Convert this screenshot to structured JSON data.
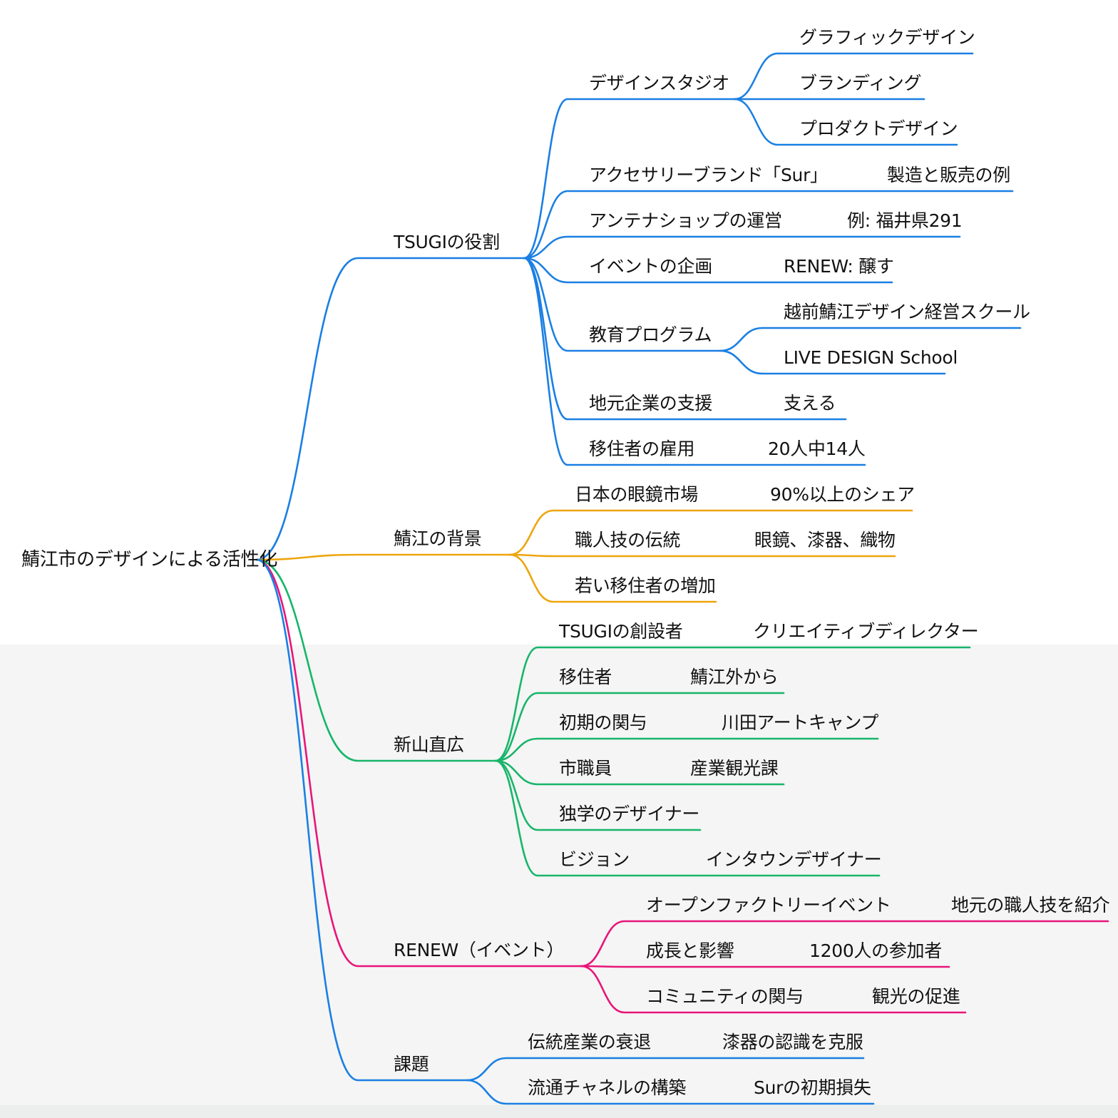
{
  "mindmap": {
    "root": "鯖江市のデザインによる活性化",
    "colors": {
      "blue": "#1a7fe3",
      "orange": "#eda50f",
      "green": "#18b56a",
      "pink": "#e8157a"
    },
    "branches": [
      {
        "label": "TSUGIの役割",
        "color": "#1a7fe3",
        "children": [
          {
            "label": "デザインスタジオ",
            "children": [
              "グラフィックデザイン",
              "ブランディング",
              "プロダクトデザイン"
            ]
          },
          {
            "label": "アクセサリーブランド「Sur」",
            "children": [
              "製造と販売の例"
            ]
          },
          {
            "label": "アンテナショップの運営",
            "children": [
              "例: 福井県291"
            ]
          },
          {
            "label": "イベントの企画",
            "children": [
              "RENEW: 醸す"
            ]
          },
          {
            "label": "教育プログラム",
            "children": [
              "越前鯖江デザイン経営スクール",
              "LIVE DESIGN School"
            ]
          },
          {
            "label": "地元企業の支援",
            "children": [
              "支える"
            ]
          },
          {
            "label": "移住者の雇用",
            "children": [
              "20人中14人"
            ]
          }
        ]
      },
      {
        "label": "鯖江の背景",
        "color": "#eda50f",
        "children": [
          {
            "label": "日本の眼鏡市場",
            "children": [
              "90%以上のシェア"
            ]
          },
          {
            "label": "職人技の伝統",
            "children": [
              "眼鏡、漆器、織物"
            ]
          },
          {
            "label": "若い移住者の増加",
            "children": []
          }
        ]
      },
      {
        "label": "新山直広",
        "color": "#18b56a",
        "children": [
          {
            "label": "TSUGIの創設者",
            "children": [
              "クリエイティブディレクター"
            ]
          },
          {
            "label": "移住者",
            "children": [
              "鯖江外から"
            ]
          },
          {
            "label": "初期の関与",
            "children": [
              "川田アートキャンプ"
            ]
          },
          {
            "label": "市職員",
            "children": [
              "産業観光課"
            ]
          },
          {
            "label": "独学のデザイナー",
            "children": []
          },
          {
            "label": "ビジョン",
            "children": [
              "インタウンデザイナー"
            ]
          }
        ]
      },
      {
        "label": "RENEW（イベント）",
        "color": "#e8157a",
        "children": [
          {
            "label": "オープンファクトリーイベント",
            "children": [
              "地元の職人技を紹介"
            ]
          },
          {
            "label": "成長と影響",
            "children": [
              "1200人の参加者"
            ]
          },
          {
            "label": "コミュニティの関与",
            "children": [
              "観光の促進"
            ]
          }
        ]
      },
      {
        "label": "課題",
        "color": "#1a7fe3",
        "children": [
          {
            "label": "伝統産業の衰退",
            "children": [
              "漆器の認識を克服"
            ]
          },
          {
            "label": "流通チャネルの構築",
            "children": [
              "Surの初期損失"
            ]
          }
        ]
      }
    ]
  }
}
